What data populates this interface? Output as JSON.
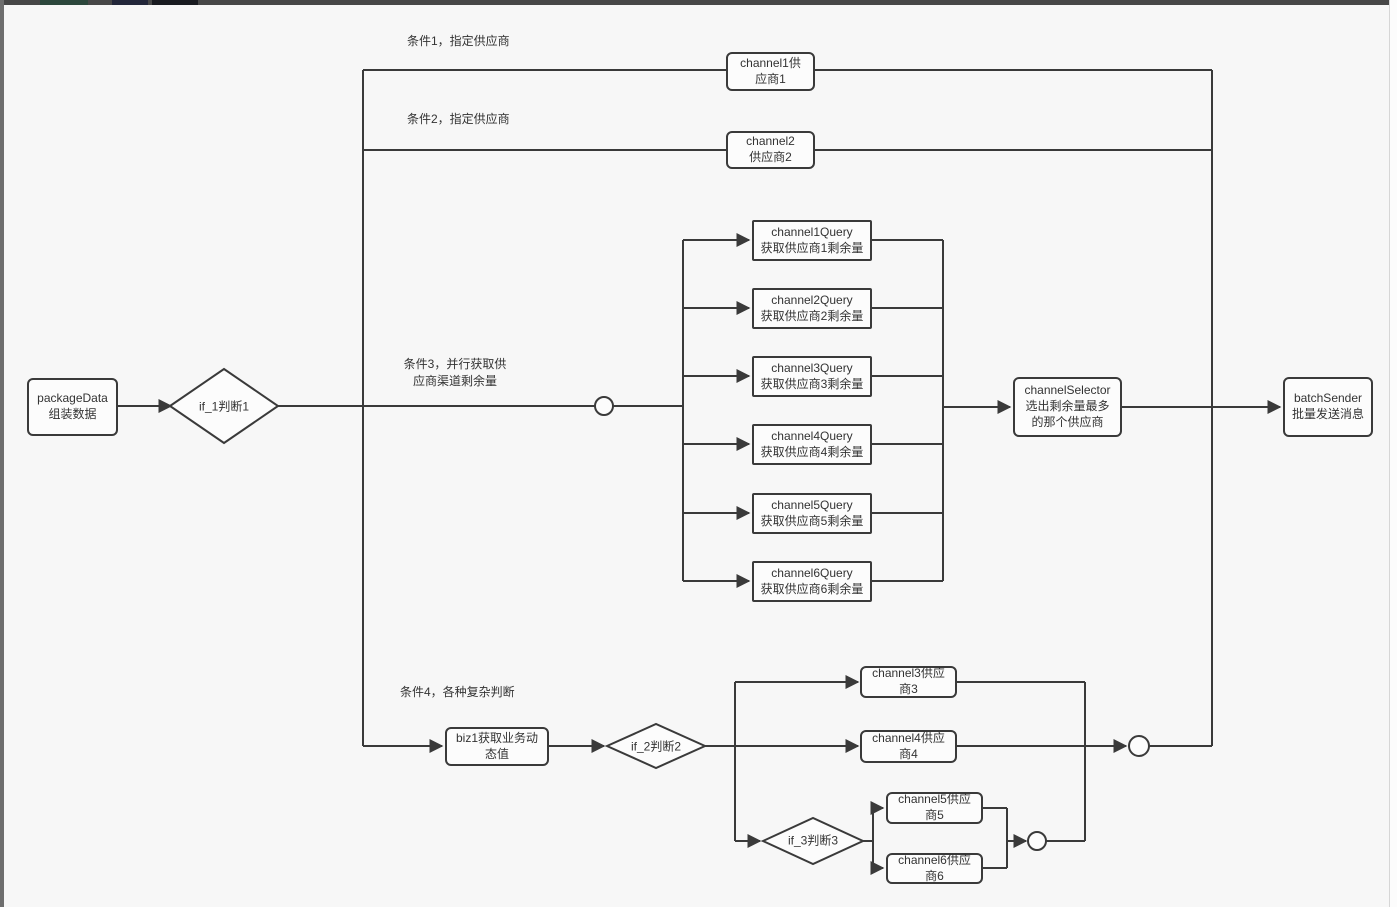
{
  "window": {
    "top_bar_color": "#474747",
    "top_bar_segments": [
      "#2c473c",
      "#23273a",
      "#191b20"
    ],
    "side_bar_color": "#6e6e6e",
    "canvas_color": "#f7f7f7",
    "line_color": "#3a3a3a",
    "node_fill": "#fcfcfc",
    "text_color": "#333333"
  },
  "diagram": {
    "condition_labels": {
      "cond1": "条件1，指定供应商",
      "cond2": "条件2，指定供应商",
      "cond3": "条件3，并行获取供\n应商渠道剩余量",
      "cond4": "条件4，各种复杂判断"
    },
    "nodes": {
      "packageData": "packageData\n组装数据",
      "if1": "if_1判断1",
      "channel1": "channel1供\n应商1",
      "channel2": "channel2\n供应商2",
      "q1": "channel1Query\n获取供应商1剩余量",
      "q2": "channel2Query\n获取供应商2剩余量",
      "q3": "channel3Query\n获取供应商3剩余量",
      "q4": "channel4Query\n获取供应商4剩余量",
      "q5": "channel5Query\n获取供应商5剩余量",
      "q6": "channel6Query\n获取供应商6剩余量",
      "channelSelector": "channelSelector\n选出剩余量最多\n的那个供应商",
      "batchSender": "batchSender\n批量发送消息",
      "biz1": "biz1获取业务动\n态值",
      "if2": "if_2判断2",
      "channel3": "channel3供应\n商3",
      "channel4": "channel4供应\n商4",
      "if3": "if_3判断3",
      "channel5": "channel5供应\n商5",
      "channel6": "channel6供应\n商6"
    }
  }
}
